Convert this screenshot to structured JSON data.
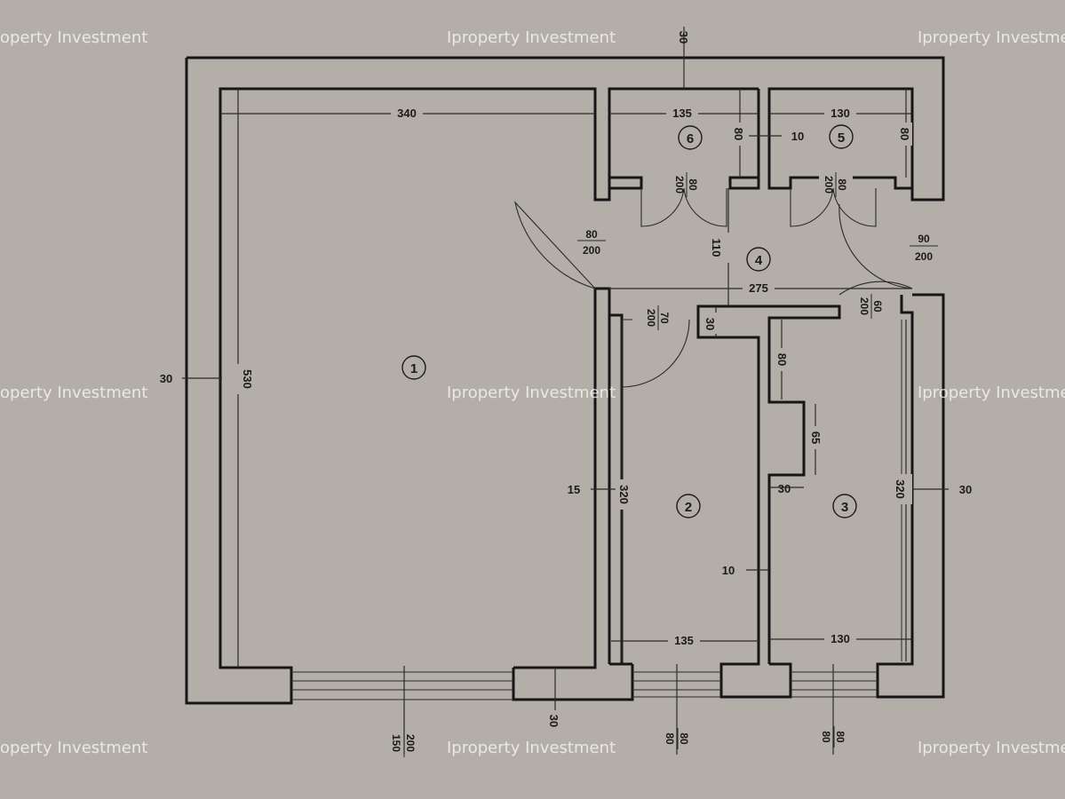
{
  "watermark": {
    "text": "Iproperty Investment",
    "left_text": "operty Investment",
    "right_text": "Iproperty Investme"
  },
  "rooms": [
    "1",
    "2",
    "3",
    "4",
    "5",
    "6"
  ],
  "dimensions": {
    "room1_width": "340",
    "room1_length": "530",
    "outer_wall_top": "30",
    "outer_wall_left": "30",
    "outer_wall_right": "30",
    "outer_wall_bottom": "30",
    "room6_width": "135",
    "room6_depth": "80",
    "partition_5_6": "10",
    "room5_width": "130",
    "room5_depth": "80",
    "hall_depth": "110",
    "hall_length": "275",
    "room2_width": "135",
    "room2_length": "320",
    "room3_width": "130",
    "room3_length": "320",
    "wall_1_2": "15",
    "wall_2_3": "10",
    "room3_recess_a": "80",
    "room3_recess_b": "65",
    "room3_step": "30",
    "partition_2_hall": "30"
  },
  "doors": {
    "entrance": {
      "width": "80",
      "height": "200"
    },
    "room6": {
      "width": "80",
      "height": "200"
    },
    "room5": {
      "width": "80",
      "height": "200"
    },
    "hall_right": {
      "width": "90",
      "height": "200"
    },
    "room2": {
      "width": "70",
      "height": "200"
    },
    "room3": {
      "width": "60",
      "height": "200"
    }
  },
  "windows": {
    "room1": {
      "width": "200",
      "height": "150"
    },
    "room2": {
      "width": "80",
      "height": "80"
    },
    "room3": {
      "width": "80",
      "height": "80"
    }
  }
}
